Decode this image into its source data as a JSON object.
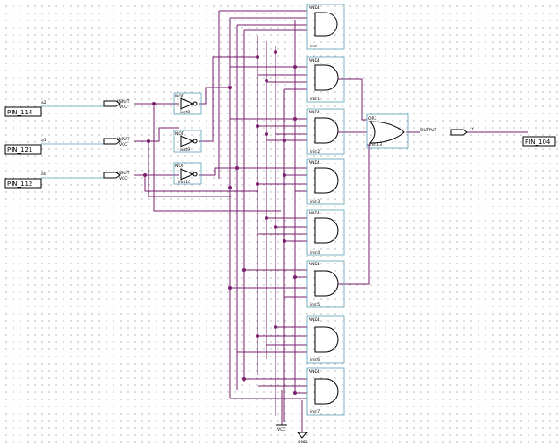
{
  "inputs": [
    {
      "pin": "PIN_114",
      "name": "a2",
      "type": "INPUT",
      "sub": "VCC"
    },
    {
      "pin": "PIN_121",
      "name": "a1",
      "type": "INPUT",
      "sub": "VCC"
    },
    {
      "pin": "PIN_112",
      "name": "a0",
      "type": "INPUT",
      "sub": "VCC"
    }
  ],
  "nots": [
    {
      "type": "NOT",
      "inst": "inst8"
    },
    {
      "type": "NOT",
      "inst": "inst9"
    },
    {
      "type": "NOT",
      "inst": "inst10"
    }
  ],
  "ands": [
    {
      "type": "AND4",
      "inst": "inst"
    },
    {
      "type": "AND4",
      "inst": "inst1"
    },
    {
      "type": "AND4",
      "inst": "inst2"
    },
    {
      "type": "AND4",
      "inst": "inst3"
    },
    {
      "type": "AND4",
      "inst": "inst4"
    },
    {
      "type": "AND4",
      "inst": "inst5"
    },
    {
      "type": "AND4",
      "inst": "inst6"
    },
    {
      "type": "AND4",
      "inst": "inst7"
    }
  ],
  "orgate": {
    "type": "OR3",
    "inst": "inst13"
  },
  "output": {
    "type": "OUTPUT",
    "name": "f",
    "pin": "PIN_104"
  },
  "power": {
    "vcc": "VCC",
    "gnd": "GND"
  },
  "colors": {
    "wire": "#7a1f6e",
    "frame": "#5aa0b8",
    "grid": "#8a8a8a"
  }
}
